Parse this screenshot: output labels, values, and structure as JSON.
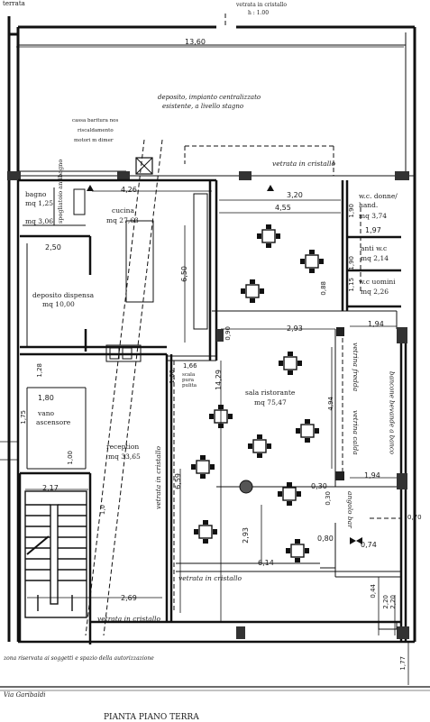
{
  "header": {
    "top_left": "terrata",
    "vetrata_note_1": "vetrata in cristallo",
    "vetrata_note_2": "h : 1.00"
  },
  "yard": {
    "width_dim": "13,60",
    "note_1": "deposito, impianto centralizzato",
    "note_2": "esistente, a livello stagno"
  },
  "valve_note": {
    "line1": "cassa baritura nos",
    "line2": "riscaldamento",
    "line3": "motori m dimer"
  },
  "rooms": {
    "bagno": {
      "name": "bagno",
      "area": "mq 1,25"
    },
    "spogliatoio": {
      "name": "spogliatoio antibagno",
      "area": "mq 3,06"
    },
    "cucina": {
      "name": "cucina",
      "area": "mq 27,63"
    },
    "deposito": {
      "name": "deposito dispensa",
      "area": "mq 10,00"
    },
    "wc_donne": {
      "name1": "w.c. donne/",
      "name2": "hand.",
      "area": "mq 3,74"
    },
    "anti_wc": {
      "name": "anti w.c",
      "area": "mq 2,14"
    },
    "wc_uomini": {
      "name": "w.c uomini",
      "area": "mq 2,26"
    },
    "sala": {
      "name": "sala ristorante",
      "area": "mq 75,47"
    },
    "vano": {
      "name1": "vano",
      "name2": "ascensore"
    },
    "reception": {
      "name": "reception",
      "area": "mq 33,65"
    },
    "scala": {
      "name": "scala pura pulita"
    }
  },
  "labels": {
    "vetrata_1": "vetrata in cristallo",
    "vetrata_2": "vetrata in cristallo",
    "vetrata_3": "vetrata in cristallo",
    "vetrata_4": "vetrata in cristallo",
    "vetrina_fredda": "vetrina fredda",
    "vetrina_calda": "vetrina calda",
    "bancone": "bancone bevande a banco",
    "angolo_bar": "angolo bar",
    "bottom_note": "zona riservata ai soggetti e spazio della autorizzazione",
    "street": "Via Garibaldi",
    "plan_title": "PIANTA PIANO TERRA"
  },
  "dims": {
    "d_4_26": "4,26",
    "d_3_20": "3,20",
    "d_4_55": "4,55",
    "d_1_90": "1,90",
    "d_1_97": "1,97",
    "d_1_90b": "1,90",
    "d_0_88": "0,88",
    "d_1_15": "1,15",
    "d_2_50": "2,50",
    "d_6_50": "6,50",
    "d_0_90": "0,90",
    "d_2_93": "2,93",
    "d_1_94": "1,94",
    "d_1_66": "1,66",
    "d_1_00": "1,00",
    "d_14_29": "14,29",
    "d_1_28": "1,28",
    "d_1_80": "1,80",
    "d_1_75": "1,75",
    "d_1_00b": "1,00",
    "d_4_94": "4,94",
    "d_1_94b": "1,94",
    "d_0_30": "0,30",
    "d_0_30b": "0,30",
    "d_6_59": "6,59",
    "d_2_17": "2,17",
    "d_2_93b": "2,93",
    "d_0_80": "0,80",
    "d_0_74": "0,74",
    "d_0_70": "0,70",
    "d_6_14": "6,14",
    "d_2_69": "2,69",
    "d_0_44": "0,44",
    "d_2_20": "2,20",
    "d_2_20b": "2,20",
    "d_1_77": "1,77",
    "d_1_0": "1,0"
  }
}
